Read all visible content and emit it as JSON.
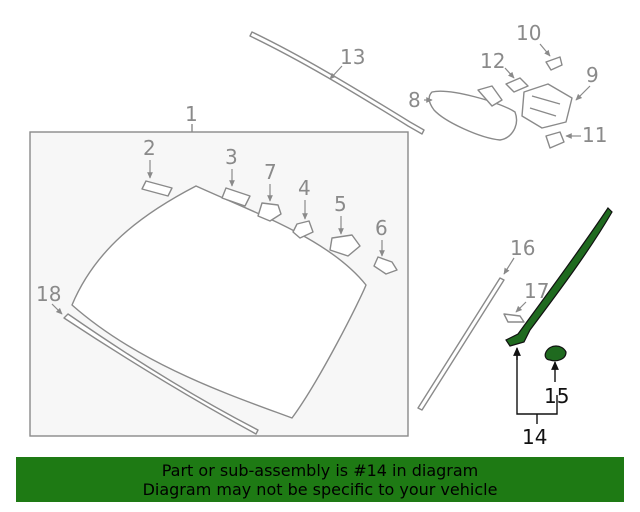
{
  "callouts": {
    "c1": "1",
    "c2": "2",
    "c3": "3",
    "c4": "4",
    "c5": "5",
    "c6": "6",
    "c7": "7",
    "c8": "8",
    "c9": "9",
    "c10": "10",
    "c11": "11",
    "c12": "12",
    "c13": "13",
    "c14": "14",
    "c15": "15",
    "c16": "16",
    "c17": "17",
    "c18": "18"
  },
  "colors": {
    "highlight": "#1f6a1f",
    "banner": "#1e7a14",
    "parts": "#8a8a8a"
  },
  "banner": {
    "line1": "Part or sub-assembly is #14 in diagram",
    "line2": "Diagram may not be specific to your vehicle"
  }
}
